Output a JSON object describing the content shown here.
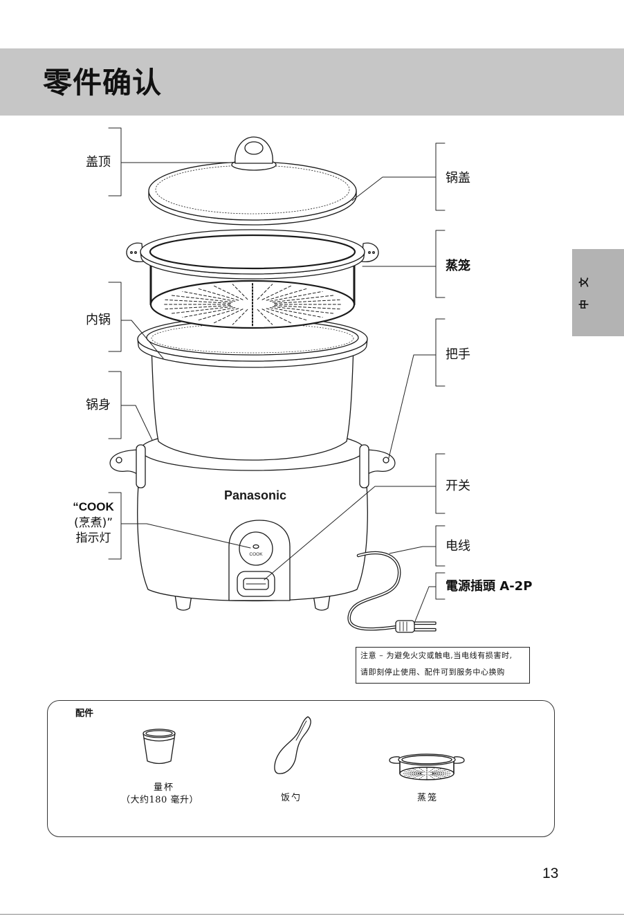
{
  "page": {
    "title": "零件确认",
    "side_tab": "中文",
    "page_number": "13"
  },
  "parts_left": [
    {
      "label": "盖顶"
    },
    {
      "label": "内锅"
    },
    {
      "label": "锅身"
    },
    {
      "lines": [
        "“COOK",
        "(烹煮)”",
        "指示灯"
      ]
    }
  ],
  "parts_right": [
    {
      "label": "锅盖"
    },
    {
      "label": "蒸笼"
    },
    {
      "label": "把手"
    },
    {
      "label": "开关"
    },
    {
      "label": "电线"
    },
    {
      "label": "電源插頭 A-2P"
    }
  ],
  "illustration": {
    "brand": "Panasonic",
    "indicator": "COOK"
  },
  "caution": {
    "lines": [
      "注意 – 为避免火灾或触电,当电线有损害时,",
      "请即刻停止使用、配件可到服务中心换购"
    ]
  },
  "accessories": {
    "title": "配件",
    "items": [
      {
        "name": "量杯",
        "note": "（大约180 毫升）"
      },
      {
        "name": "饭勺"
      },
      {
        "name": "蒸笼"
      }
    ]
  },
  "colors": {
    "band": "#c6c6c6",
    "side_tab": "#b3b3b3",
    "ink": "#1a1a1a"
  }
}
